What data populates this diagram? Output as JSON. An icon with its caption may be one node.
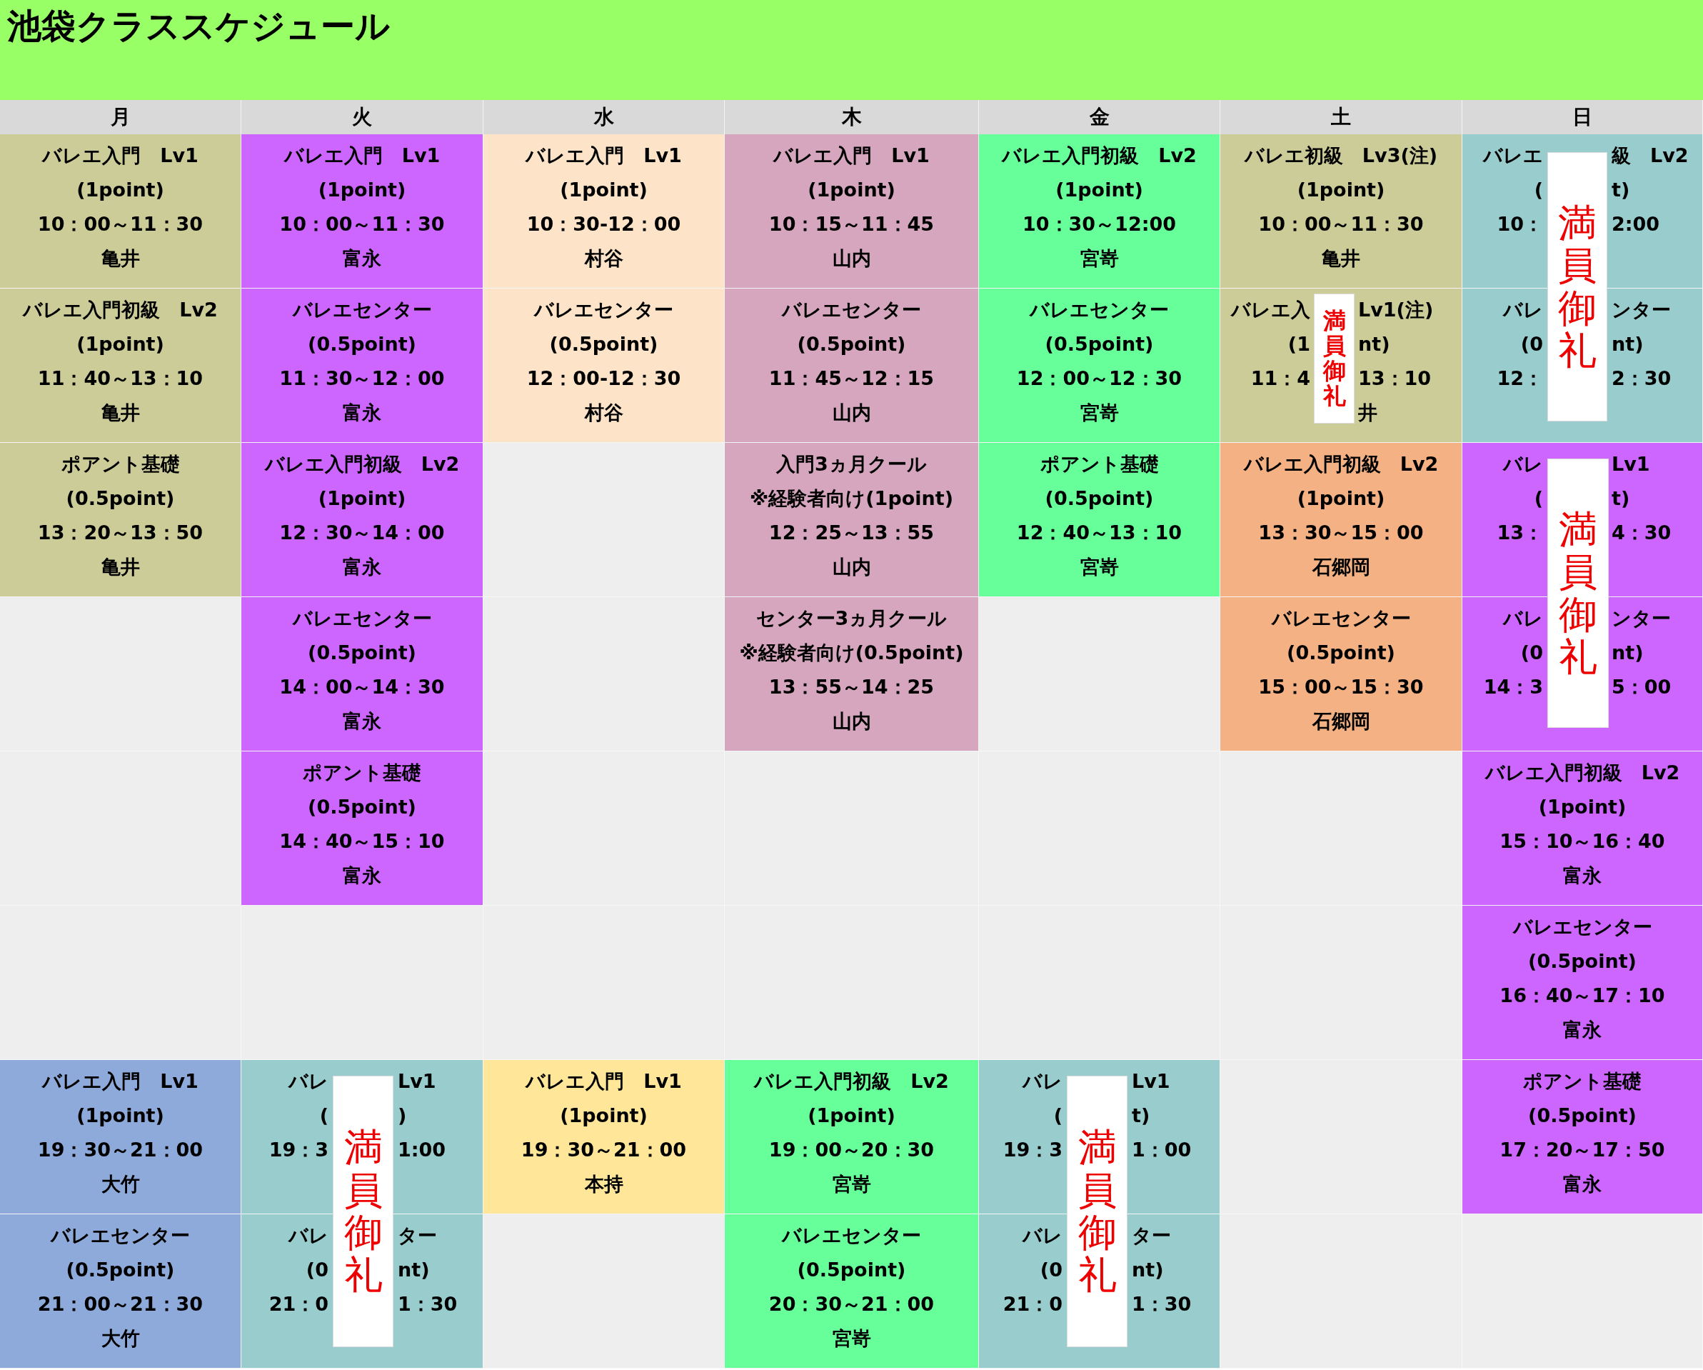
{
  "diagram": {
    "title": "池袋クラススケジュール",
    "nodes": [
      {
        "text": [
          "バレエ入門　Lv1",
          "(1point)",
          "10：00～11：30",
          "亀井"
        ]
      },
      {
        "text": [
          "バレエ入門　Lv1",
          "(1point)",
          "10：00～11：30",
          "富永"
        ]
      },
      {
        "text": [
          "バレエ入門　Lv1",
          "(1point)",
          "10：30-12：00",
          "村谷"
        ]
      },
      {
        "text": [
          "バレエ入門　Lv1",
          "(1point)",
          "10：15～11：45",
          "山内"
        ]
      },
      {
        "text": [
          "バレエ入門初級　Lv2",
          "(1point)",
          "10：30～12:00",
          "宮嵜"
        ]
      },
      {
        "text": [
          "バレエ初級　Lv3(注)",
          "(1point)",
          "10：00～11：30",
          "亀井"
        ]
      },
      {
        "text": [
          "バレエ",
          "級　Lv2",
          "(",
          "t)",
          "10：",
          "2:00"
        ]
      },
      {
        "text": [
          "バレエ入門初級　Lv2",
          "(1point)",
          "11：40～13：10",
          "亀井"
        ]
      },
      {
        "text": [
          "バレエセンター",
          "(0.5point)",
          "11：30～12：00",
          "富永"
        ]
      },
      {
        "text": [
          "バレエセンター",
          "(0.5point)",
          "12：00-12：30",
          "村谷"
        ]
      },
      {
        "text": [
          "バレエセンター",
          "(0.5point)",
          "11：45～12：15",
          "山内"
        ]
      },
      {
        "text": [
          "バレエセンター",
          "(0.5point)",
          "12：00～12：30",
          "宮嵜"
        ]
      },
      {
        "text": [
          "バレエ入",
          "Lv1(注)",
          "(1",
          "nt)",
          "11：4",
          "13：10",
          "井"
        ]
      },
      {
        "text": [
          "バレ",
          "ンター",
          "(0",
          "nt)",
          "12：",
          "2：30"
        ]
      },
      {
        "text": [
          "ポアント基礎",
          "(0.5point)",
          "13：20～13：50",
          "亀井"
        ]
      },
      {
        "text": [
          "バレエ入門初級　Lv2",
          "(1point)",
          "12：30～14：00",
          "富永"
        ]
      },
      {
        "text": [
          "入門3ヵ月クール",
          "※経験者向け(1point)",
          "12：25～13：55",
          "山内"
        ]
      },
      {
        "text": [
          "ポアント基礎",
          "(0.5point)",
          "12：40～13：10",
          "宮嵜"
        ]
      },
      {
        "text": [
          "バレエ入門初級　Lv2",
          "(1point)",
          "13：30～15：00",
          "石郷岡"
        ]
      },
      {
        "text": [
          "バレ",
          "Lv1",
          "(",
          "t)",
          "13：",
          "4：30"
        ]
      },
      {
        "text": [
          "バレエセンター",
          "(0.5point)",
          "14：00～14：30",
          "富永"
        ]
      },
      {
        "text": [
          "センター3ヵ月クール",
          "※経験者向け(0.5point)",
          "13：55～14：25",
          "山内"
        ]
      },
      {
        "text": [
          "バレエセンター",
          "(0.5point)",
          "15：00～15：30",
          "石郷岡"
        ]
      },
      {
        "text": [
          "バレ",
          "ンター",
          "(0",
          "nt)",
          "14：3",
          "5：00"
        ]
      },
      {
        "text": [
          "ポアント基礎",
          "(0.5point)",
          "14：40～15：10",
          "富永"
        ]
      },
      {
        "text": [
          "バレエ入門初級　Lv2",
          "(1point)",
          "15：10～16：40",
          "富永"
        ]
      },
      {
        "text": [
          "バレエセンター",
          "(0.5point)",
          "16：40～17：10",
          "富永"
        ]
      },
      {
        "text": [
          "バレエ入門　Lv1",
          "(1point)",
          "19：30～21：00",
          "大竹"
        ]
      },
      {
        "text": [
          "バレ",
          "Lv1",
          "(",
          ")",
          "19：3",
          "1:00"
        ]
      },
      {
        "text": [
          "バレエ入門　Lv1",
          "(1point)",
          "19：30～21：00",
          "本持"
        ]
      },
      {
        "text": [
          "バレエ入門初級　Lv2",
          "(1point)",
          "19：00～20：30",
          "宮嵜"
        ]
      },
      {
        "text": [
          "バレ",
          "Lv1",
          "(",
          "t)",
          "19：3",
          "1：00"
        ]
      },
      {
        "text": [
          "ポアント基礎",
          "(0.5point)",
          "17：20～17：50",
          "富永"
        ]
      },
      {
        "text": [
          "バレエセンター",
          "(0.5point)",
          "21：00～21：30",
          "大竹"
        ]
      },
      {
        "text": [
          "バレ",
          "ター",
          "(0",
          "nt)",
          "21：0",
          "1：30"
        ]
      },
      {
        "text": [
          "バレエセンター",
          "(0.5point)",
          "20：30～21：00",
          "宮嵜"
        ]
      },
      {
        "text": [
          "バレ",
          "ター",
          "(0",
          "nt)",
          "21：0",
          "1：30"
        ]
      },
      {
        "text": [
          "満員御礼"
        ],
        "in": 12
      },
      {
        "text": [
          "満員御礼"
        ]
      },
      {
        "text": [
          "満員御礼"
        ]
      },
      {
        "text": [
          "満員御礼"
        ]
      },
      {
        "text": [
          "満員御礼"
        ]
      }
    ],
    "labels": [
      "月",
      "火",
      "水",
      "木",
      "金",
      "土",
      "日"
    ]
  }
}
